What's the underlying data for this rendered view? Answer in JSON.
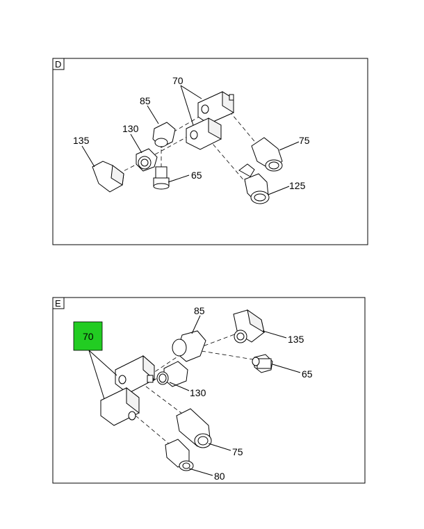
{
  "colors": {
    "highlight": "#22cc22",
    "line": "#000000",
    "background": "#ffffff"
  },
  "panel_d": {
    "letter": "D",
    "labels": {
      "l70": "70",
      "l85": "85",
      "l130": "130",
      "l135": "135",
      "l65": "65",
      "l75": "75",
      "l125": "125"
    }
  },
  "panel_e": {
    "letter": "E",
    "labels": {
      "l70": "70",
      "l85": "85",
      "l135": "135",
      "l65": "65",
      "l130": "130",
      "l75": "75",
      "l80": "80"
    },
    "highlighted_part": "70"
  }
}
